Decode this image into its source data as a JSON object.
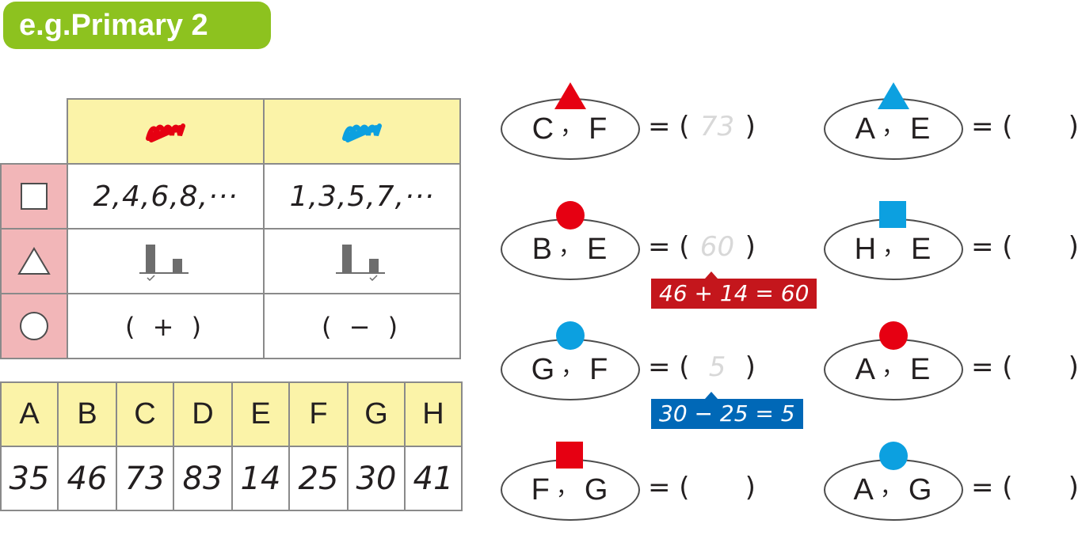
{
  "badge": "e.g.Primary 2",
  "rule_table": {
    "columns": [
      {
        "name": "red-scribble",
        "color": "#e60012",
        "sequence": "2,4,6,8,···",
        "operator": "( + )"
      },
      {
        "name": "blue-scribble",
        "color": "#0ca0e0",
        "sequence": "1,3,5,7,···",
        "operator": "( − )"
      }
    ],
    "rows": [
      "square-icon",
      "triangle-icon",
      "circle-icon"
    ]
  },
  "values": [
    {
      "letter": "A",
      "value": "35"
    },
    {
      "letter": "B",
      "value": "46"
    },
    {
      "letter": "C",
      "value": "73"
    },
    {
      "letter": "D",
      "value": "83"
    },
    {
      "letter": "E",
      "value": "14"
    },
    {
      "letter": "F",
      "value": "25"
    },
    {
      "letter": "G",
      "value": "30"
    },
    {
      "letter": "H",
      "value": "41"
    }
  ],
  "problems": [
    {
      "shape": "triangle",
      "color": "red",
      "a": "C",
      "b": "F",
      "answer": "73",
      "open": "= (",
      "close": ")"
    },
    {
      "shape": "circle",
      "color": "red",
      "a": "B",
      "b": "E",
      "answer": "60",
      "open": "= (",
      "close": ")",
      "hint": "46 + 14 = 60"
    },
    {
      "shape": "circle",
      "color": "blue",
      "a": "G",
      "b": "F",
      "answer": "5",
      "open": "= (",
      "close": ")",
      "hint": "30 − 25 = 5"
    },
    {
      "shape": "square",
      "color": "red",
      "a": "F",
      "b": "G",
      "answer": "",
      "open": "= (",
      "close": ")"
    },
    {
      "shape": "triangle",
      "color": "blue",
      "a": "A",
      "b": "E",
      "answer": "",
      "open": "= (",
      "close": ")"
    },
    {
      "shape": "square",
      "color": "blue",
      "a": "H",
      "b": "E",
      "answer": "",
      "open": "= (",
      "close": ")"
    },
    {
      "shape": "circle",
      "color": "red",
      "a": "A",
      "b": "E",
      "answer": "",
      "open": "= (",
      "close": ")"
    },
    {
      "shape": "circle",
      "color": "blue",
      "a": "A",
      "b": "G",
      "answer": "",
      "open": "= (",
      "close": ")"
    }
  ],
  "comma": "，"
}
